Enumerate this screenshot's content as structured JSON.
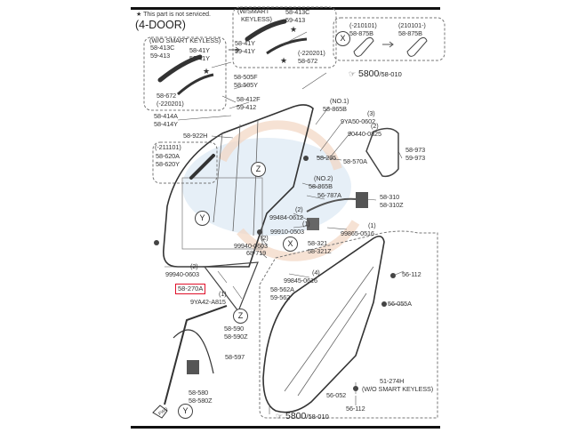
{
  "diagram": {
    "note": "This part is not serviced.",
    "note_icon": "star-icon",
    "title": "(4-DOOR)",
    "highlight_color": "#e0102a",
    "watermark_color": "#9ec3e0",
    "groups": {
      "wo_smart_keyless": {
        "heading": "(W/O SMART KEYLESS)",
        "labels": [
          "58-413C",
          "59-413",
          "58-41Y",
          "59-41Y",
          "58-672",
          "(-220201)"
        ]
      },
      "w_smart_keyless": {
        "heading1": "(W/SMART",
        "heading2": "KEYLESS)",
        "labels": [
          "58-413C",
          "59-413",
          "58-41Y",
          "59-41Y",
          "(-220201)",
          "58-672"
        ]
      },
      "garnish": {
        "old_code": "(-210101)",
        "old_part": "58-875B",
        "new_code": "(210101-)",
        "new_part": "58-875B",
        "callout": "X"
      },
      "mirror_trim": {
        "code": "(-211101)",
        "labels": [
          "58-620A",
          "58-620Y"
        ]
      },
      "lower_box": {
        "labels": [
          "56-112",
          "56-055A",
          "51-274H",
          "(W/O SMART KEYLESS)",
          "56-052",
          "56-112"
        ]
      }
    },
    "references": [
      {
        "main": "5800",
        "sub": "/58-010"
      },
      {
        "main": "5800",
        "sub": "/58-010"
      }
    ],
    "part_labels": {
      "p505": [
        "58-505F",
        "58-505Y"
      ],
      "p412": [
        "58-412F",
        "59-412"
      ],
      "p414": [
        "58-414A",
        "58-414Y"
      ],
      "p922": "58-922H",
      "p865_1": [
        "(NO.1)",
        "58-865B"
      ],
      "p9ya50": [
        "(3)",
        "9YA50-0602"
      ],
      "p90440": [
        "(2)",
        "90440-0825"
      ],
      "p295": "58-295",
      "p570": "58-570A",
      "p973": [
        "58-973",
        "59-973"
      ],
      "p865_2": [
        "(NO.2)",
        "58-865B"
      ],
      "p787": "56-787A",
      "p310": [
        "58-310",
        "58-310Z"
      ],
      "p99484": [
        "(2)",
        "99484-0612"
      ],
      "p99910": [
        "(1)",
        "99910-0503"
      ],
      "p99865": [
        "(1)",
        "99865-0516"
      ],
      "p321": [
        "58-321",
        "58-321Z"
      ],
      "p99940a": [
        "(2)",
        "99940-0603"
      ],
      "p719": "68-719",
      "p99940b": [
        "(2)",
        "99940-0603"
      ],
      "p99845": [
        "(4)",
        "99845-0616"
      ],
      "p270": "58-270A",
      "p562": [
        "58-562A",
        "59-562"
      ],
      "p9ya42": [
        "(1)",
        "9YA42-A815"
      ],
      "p590": [
        "58-590",
        "58-590Z"
      ],
      "p597": "58-597",
      "p580": [
        "58-580",
        "58-580Z"
      ]
    },
    "callouts": [
      "Z",
      "Y",
      "Z",
      "Y",
      "X"
    ],
    "fwd_label": "FWD"
  }
}
